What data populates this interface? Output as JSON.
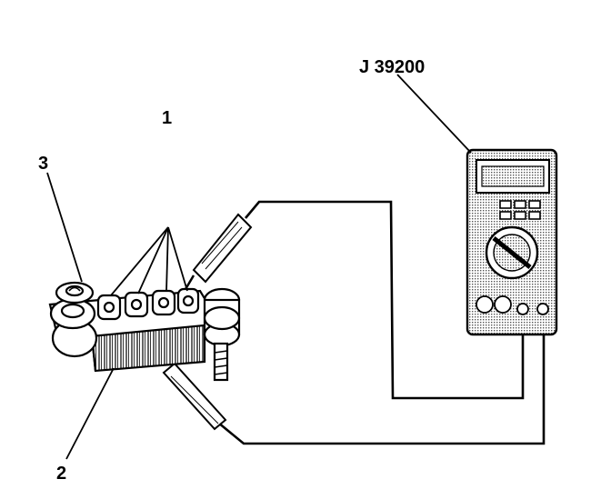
{
  "labels": {
    "meter": "J 39200",
    "callout_1": "1",
    "callout_2": "2",
    "callout_3": "3"
  },
  "colors": {
    "ink": "#000000",
    "paper": "#ffffff",
    "meter_shade": "#bdbdbd"
  }
}
